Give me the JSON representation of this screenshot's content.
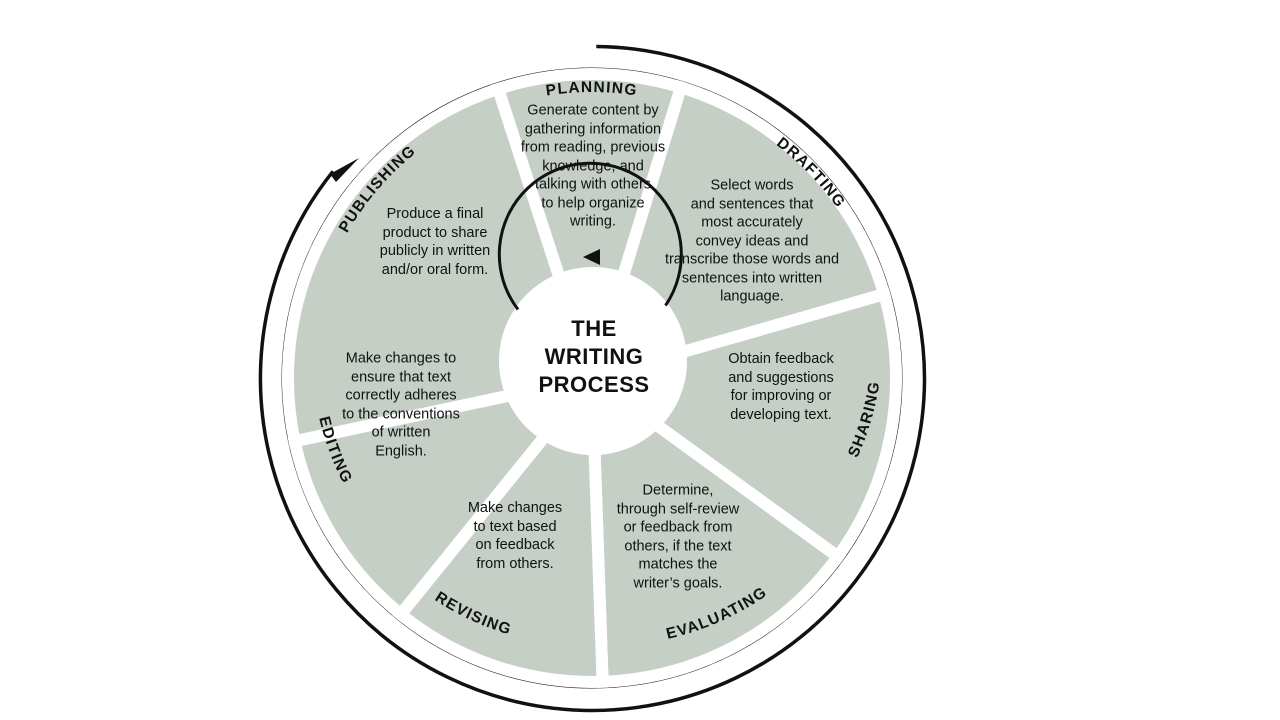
{
  "diagram": {
    "center_title": [
      "THE",
      "WRITING",
      "PROCESS"
    ],
    "stages": [
      {
        "id": "planning",
        "title": "PLANNING",
        "text": "Generate content by\ngathering information\nfrom reading, previous\nknowledge, and\ntalking with others\nto help organize\nwriting."
      },
      {
        "id": "drafting",
        "title": "DRAFTING",
        "text": "Select words\nand sentences that\nmost accurately\nconvey ideas and\ntranscribe those words and\nsentences into written\nlanguage."
      },
      {
        "id": "sharing",
        "title": "SHARING",
        "text": "Obtain feedback\nand suggestions\nfor improving or\ndeveloping text."
      },
      {
        "id": "evaluating",
        "title": "EVALUATING",
        "text": "Determine,\nthrough self-review\nor feedback from\nothers, if the text\nmatches the\nwriter’s goals."
      },
      {
        "id": "revising",
        "title": "REVISING",
        "text": "Make changes\nto text based\non feedback\nfrom others."
      },
      {
        "id": "editing",
        "title": "EDITING",
        "text": "Make changes to\nensure that text\ncorrectly adheres\nto the conventions\nof written\nEnglish."
      },
      {
        "id": "publishing",
        "title": "PUBLISHING",
        "text": "Produce a final\nproduct to share\npublicly in written\nand/or oral form."
      }
    ],
    "colors": {
      "segment_fill": "#c6cfc6",
      "outline": "#1a1a1a",
      "center_fill": "#ffffff",
      "text": "#111111"
    }
  }
}
